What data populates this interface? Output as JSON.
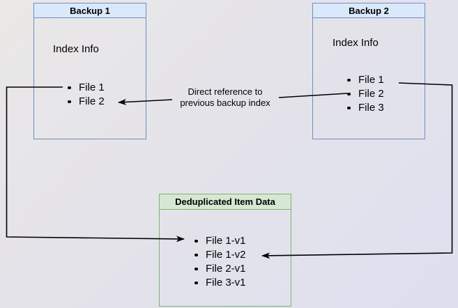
{
  "diagram": {
    "boxes": {
      "backup1": {
        "title": "Backup 1",
        "body_label": "Index Info",
        "items": [
          "File 1",
          "File 2"
        ]
      },
      "backup2": {
        "title": "Backup 2",
        "body_label": "Index Info",
        "items": [
          "File 1",
          "File 2",
          "File 3"
        ]
      },
      "dedup": {
        "title": "Deduplicated Item Data",
        "items": [
          "File 1-v1",
          "File 1-v2",
          "File 2-v1",
          "File 3-v1"
        ]
      }
    },
    "annotation": {
      "line1": "Direct reference to",
      "line2": "previous backup index"
    },
    "connectors": [
      "backup1 File 1 -> dedup File 1-v1",
      "backup2 File 2 -> backup1 File 2 (direct reference to previous backup index)",
      "backup2 File 1 -> dedup File 1-v2"
    ],
    "colors": {
      "blue_box_border": "#6c8ebf",
      "blue_box_header_fill": "#dae8fc",
      "green_box_border": "#82b366",
      "green_box_header_fill": "#d5e8d4",
      "connector_line": "#000000",
      "background_top_left": "#eae8e6",
      "background_bottom_right": "#dee0ef",
      "text": "#000000"
    }
  }
}
